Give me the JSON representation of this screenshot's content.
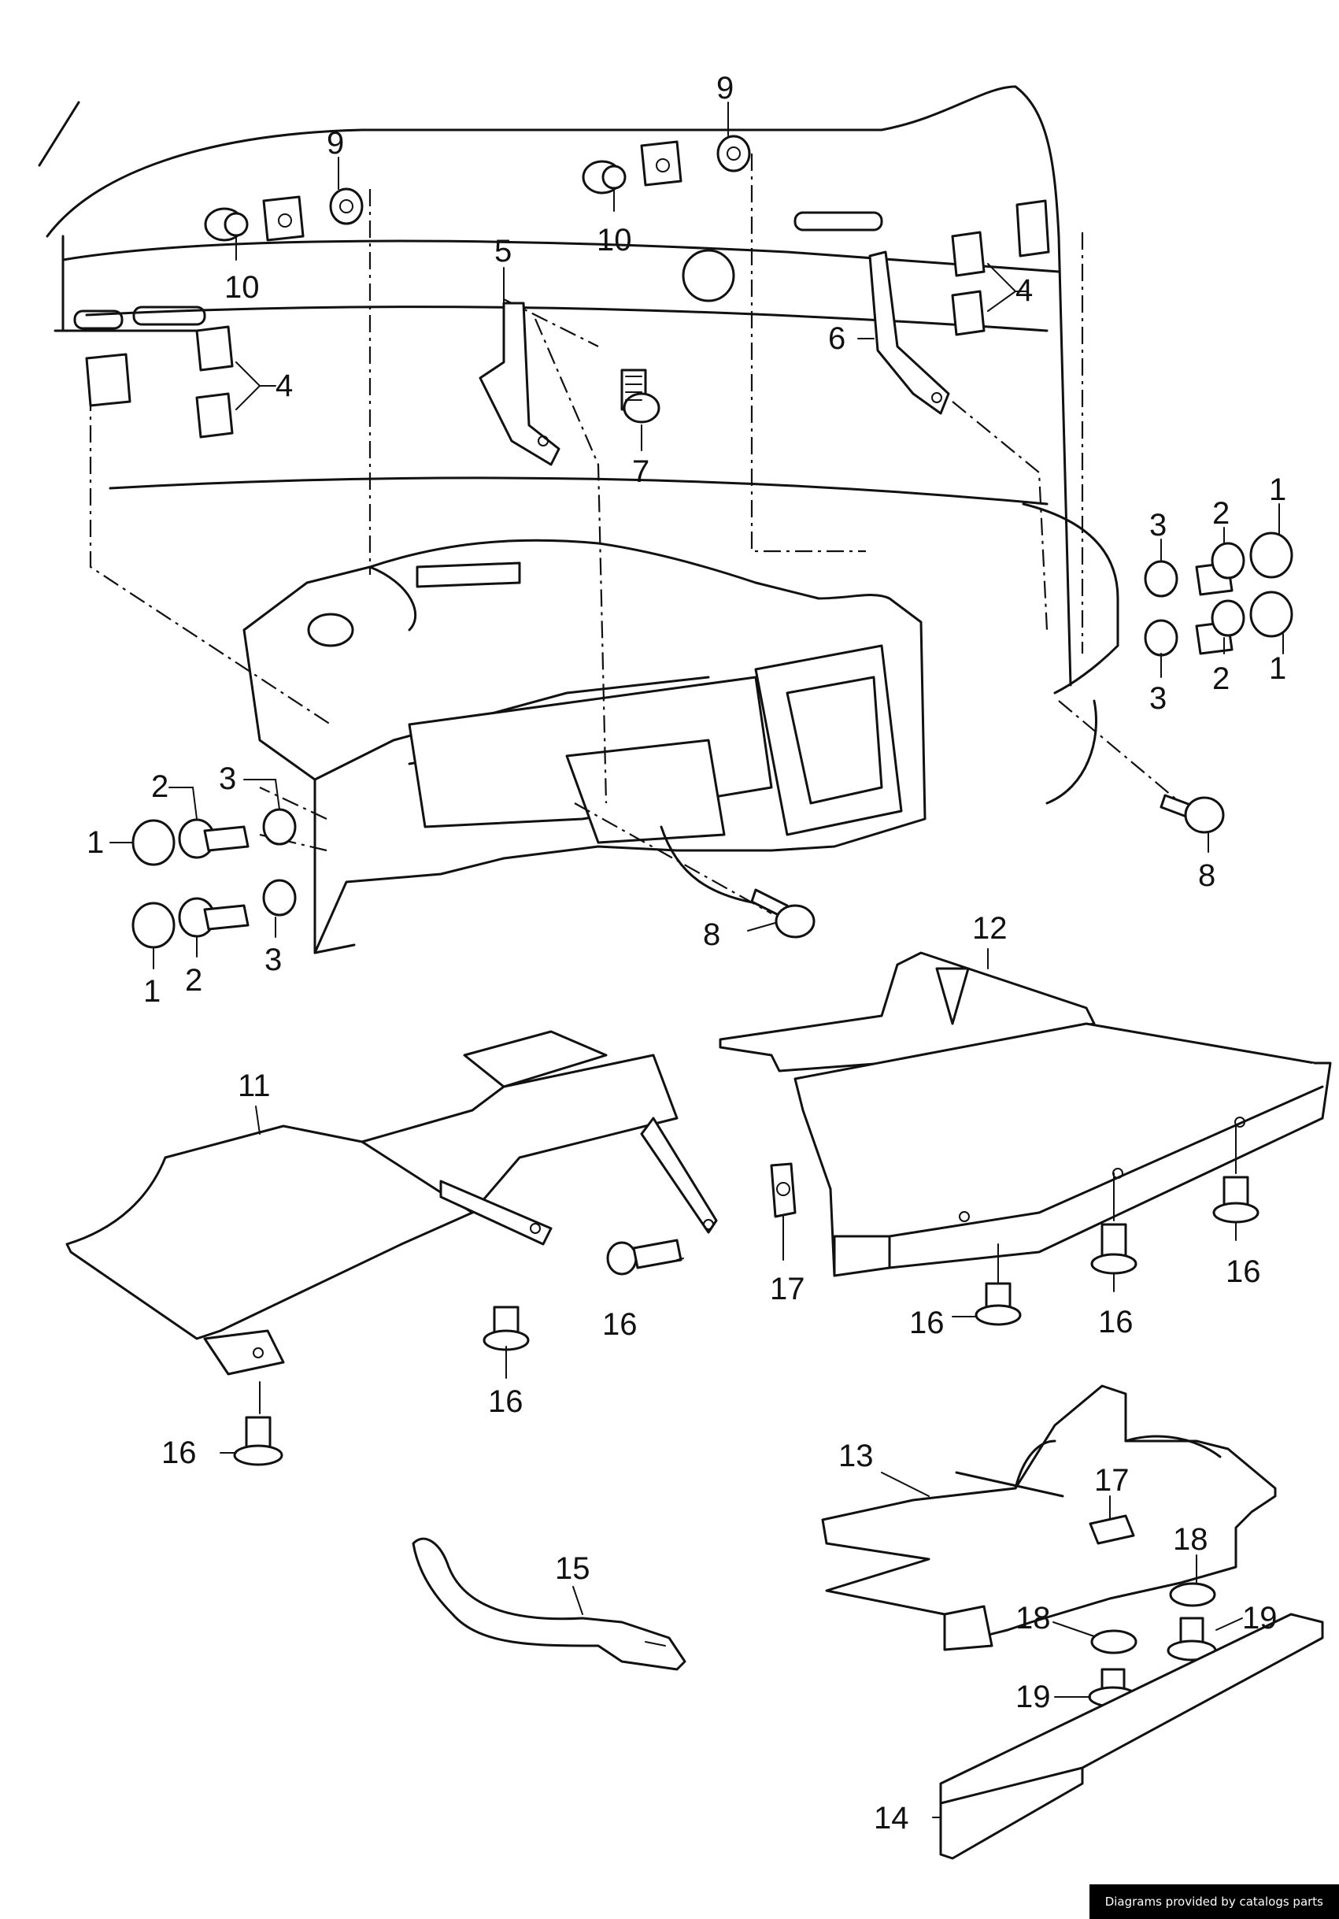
{
  "callouts": {
    "c1a": "1",
    "c1b": "1",
    "c1c": "1",
    "c1d": "1",
    "c2a": "2",
    "c2b": "2",
    "c2c": "2",
    "c2d": "2",
    "c3a": "3",
    "c3b": "3",
    "c3c": "3",
    "c3d": "3",
    "c4a": "4",
    "c4b": "4",
    "c5": "5",
    "c6": "6",
    "c7": "7",
    "c8a": "8",
    "c8b": "8",
    "c9a": "9",
    "c9b": "9",
    "c10a": "10",
    "c10b": "10",
    "c11": "11",
    "c12": "12",
    "c13": "13",
    "c14": "14",
    "c15": "15",
    "c16a": "16",
    "c16b": "16",
    "c16c": "16",
    "c16d": "16",
    "c16e": "16",
    "c16f": "16",
    "c17a": "17",
    "c17b": "17",
    "c18a": "18",
    "c18b": "18",
    "c19a": "19",
    "c19b": "19"
  },
  "credit": "Diagrams provided by catalogs parts"
}
